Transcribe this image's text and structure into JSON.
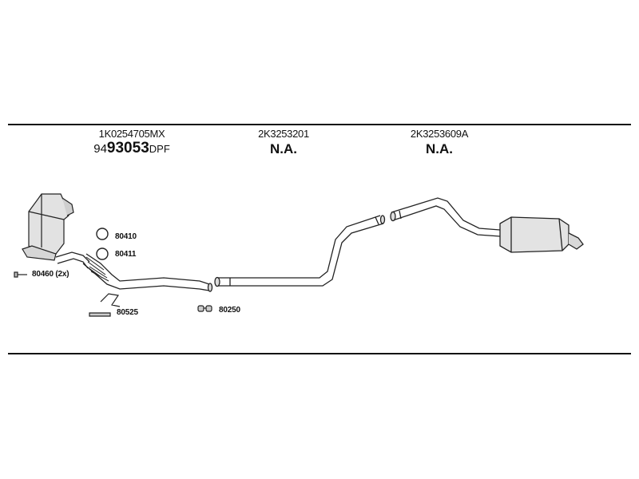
{
  "header": {
    "col1": {
      "part_number": "1K0254705MX",
      "code_prefix": "94",
      "code_main": "93053",
      "code_suffix": "DPF"
    },
    "col2": {
      "part_number": "2K3253201",
      "code": "N.A."
    },
    "col3": {
      "part_number": "2K3253609A",
      "code": "N.A."
    }
  },
  "accessories": {
    "clamp_1": "80410",
    "clamp_2": "80411",
    "bolt": "80460 (2x)",
    "hanger": "80525",
    "rubber_mount": "80250"
  },
  "icons": [
    "dpf-catalyst-icon",
    "front-pipe-icon",
    "middle-pipe-icon",
    "rear-silencer-icon",
    "ring-clamp-icon",
    "bolt-icon",
    "hanger-bracket-icon",
    "rubber-mount-icon"
  ]
}
